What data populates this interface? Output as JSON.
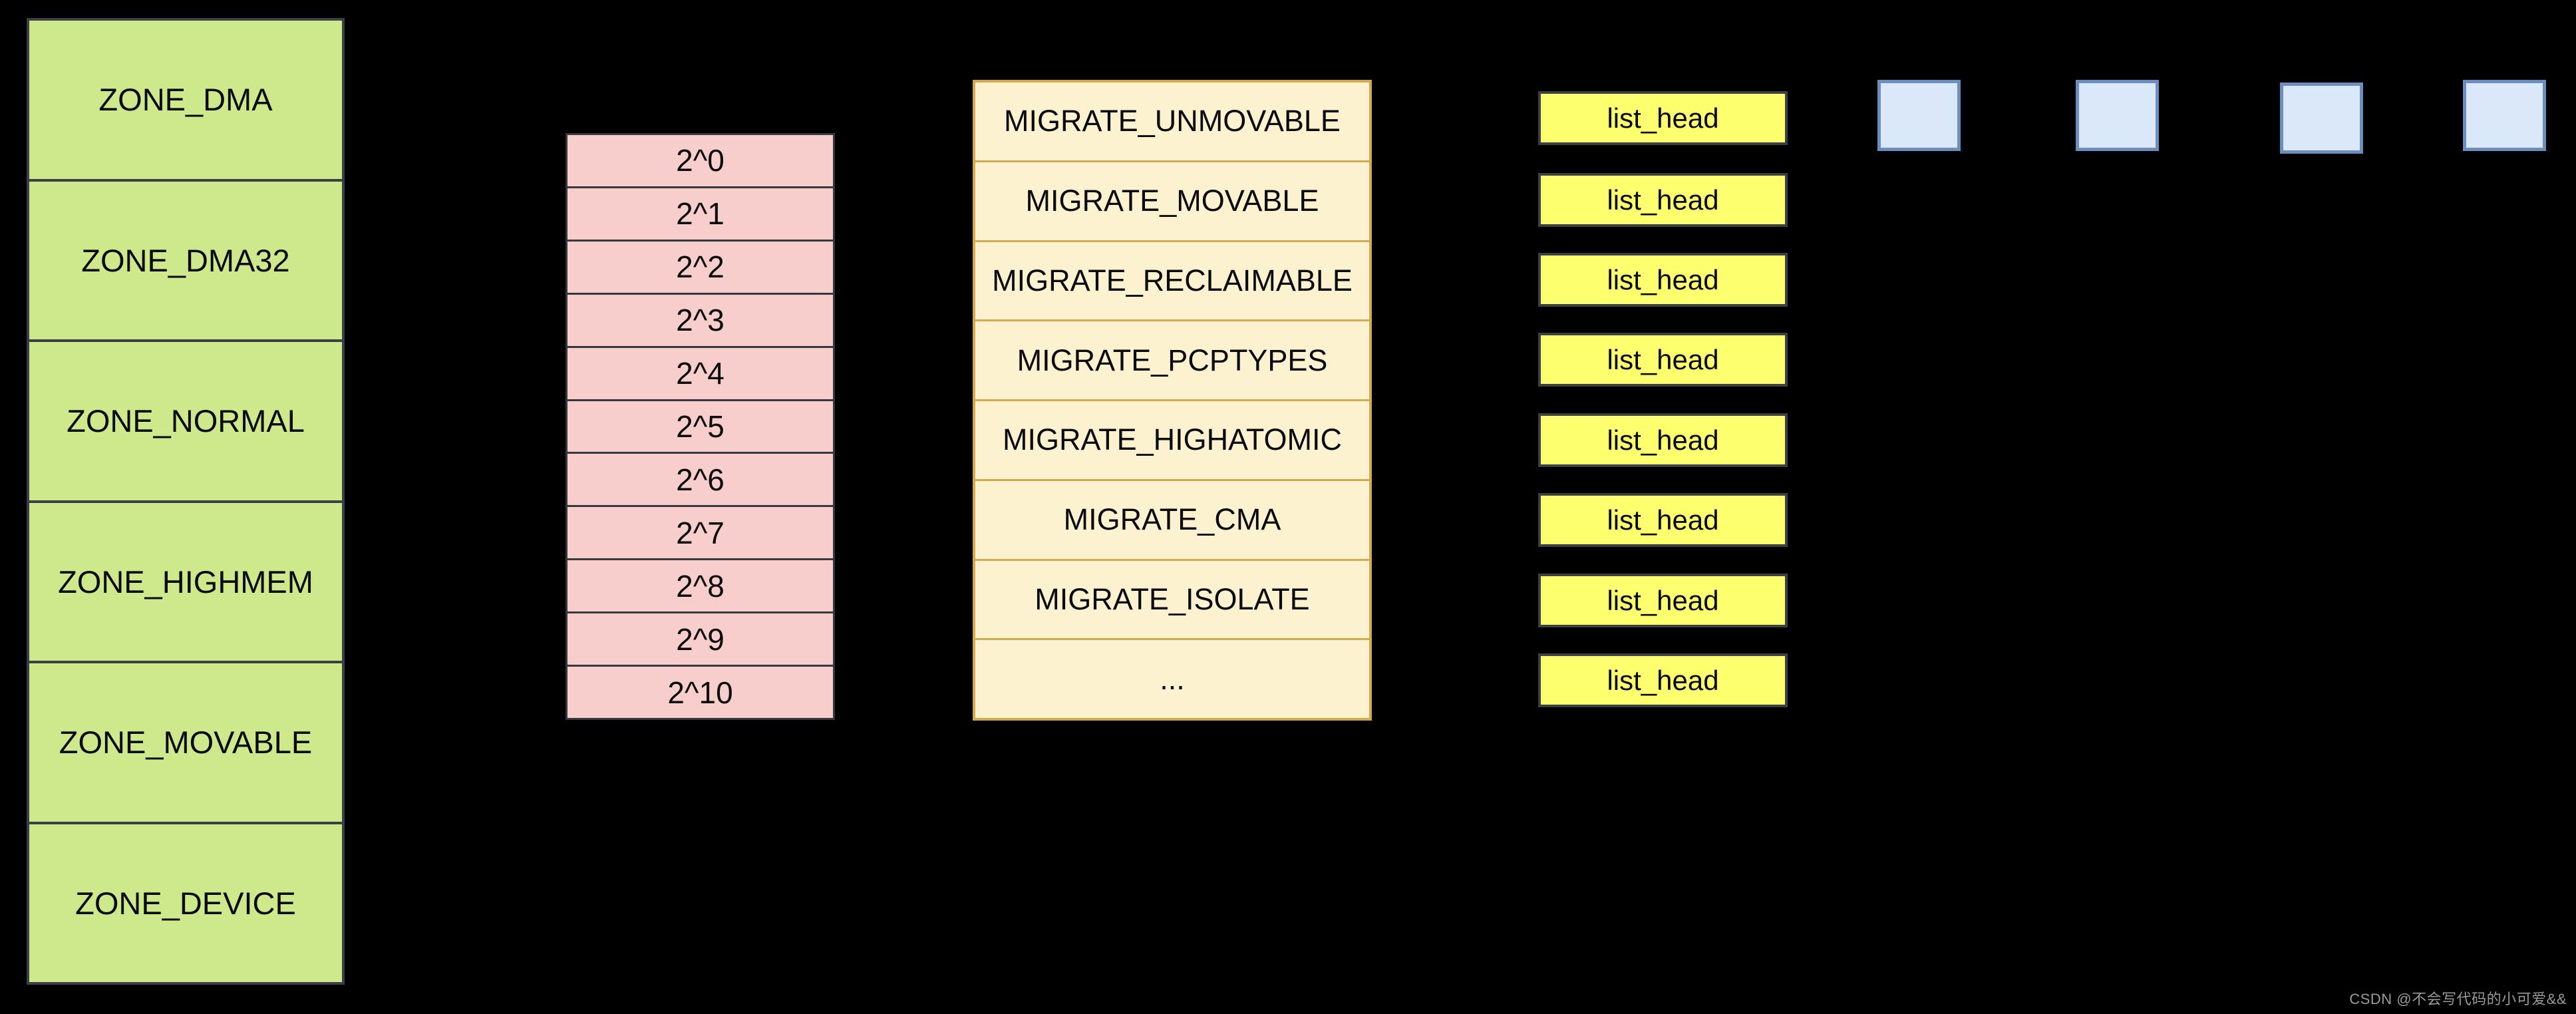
{
  "zones": {
    "items": [
      {
        "label": "ZONE_DMA"
      },
      {
        "label": "ZONE_DMA32"
      },
      {
        "label": "ZONE_NORMAL"
      },
      {
        "label": "ZONE_HIGHMEM"
      },
      {
        "label": "ZONE_MOVABLE"
      },
      {
        "label": "ZONE_DEVICE"
      }
    ]
  },
  "orders": {
    "items": [
      {
        "label": "2^0"
      },
      {
        "label": "2^1"
      },
      {
        "label": "2^2"
      },
      {
        "label": "2^3"
      },
      {
        "label": "2^4"
      },
      {
        "label": "2^5"
      },
      {
        "label": "2^6"
      },
      {
        "label": "2^7"
      },
      {
        "label": "2^8"
      },
      {
        "label": "2^9"
      },
      {
        "label": "2^10"
      }
    ]
  },
  "migrate_types": {
    "items": [
      {
        "label": "MIGRATE_UNMOVABLE"
      },
      {
        "label": "MIGRATE_MOVABLE"
      },
      {
        "label": "MIGRATE_RECLAIMABLE"
      },
      {
        "label": "MIGRATE_PCPTYPES"
      },
      {
        "label": "MIGRATE_HIGHATOMIC"
      },
      {
        "label": "MIGRATE_CMA"
      },
      {
        "label": "MIGRATE_ISOLATE"
      },
      {
        "label": "..."
      }
    ]
  },
  "free_lists": {
    "items": [
      {
        "label": "list_head"
      },
      {
        "label": "list_head"
      },
      {
        "label": "list_head"
      },
      {
        "label": "list_head"
      },
      {
        "label": "list_head"
      },
      {
        "label": "list_head"
      },
      {
        "label": "list_head"
      },
      {
        "label": "list_head"
      }
    ]
  },
  "pages": {
    "count": 4
  },
  "watermark": {
    "text": "CSDN @不会写代码的小可爱&&",
    "color": "#9b9b9b"
  },
  "colors": {
    "background": "#000000",
    "zone_fill": "#cde98c",
    "zone_border": "#3b4045",
    "order_fill": "#f8cecc",
    "order_border": "#35393d",
    "migrate_fill": "#fdf2cf",
    "migrate_border": "#d1ab4e",
    "list_head_fill": "#fdff6e",
    "list_head_border": "#3b4045",
    "page_fill": "#dbe8f9",
    "page_border": "#6c8ebf",
    "connector": "#000000"
  }
}
